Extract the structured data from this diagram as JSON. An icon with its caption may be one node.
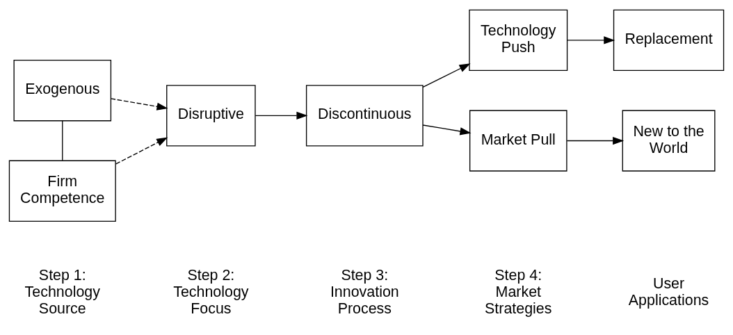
{
  "diagram": {
    "nodes": [
      {
        "text": [
          "Exogenous"
        ]
      },
      {
        "text": [
          "Firm Competence"
        ]
      },
      {
        "text": [
          "Disruptive"
        ]
      },
      {
        "text": [
          "Discontinuous"
        ]
      },
      {
        "text": [
          "Technology Push"
        ]
      },
      {
        "text": [
          "Market Pull"
        ]
      },
      {
        "text": [
          "Replacement"
        ]
      },
      {
        "text": [
          "New to the World"
        ]
      }
    ],
    "edges": [
      {
        "from": 0,
        "to": 2,
        "arrow": "to",
        "style": "dashed"
      },
      {
        "from": 1,
        "to": 2,
        "arrow": "to",
        "style": "dashed"
      },
      {
        "from": 0,
        "to": 1,
        "arrow": "none"
      },
      {
        "from": 2,
        "to": 3,
        "arrow": "to"
      },
      {
        "from": 3,
        "to": 4,
        "arrow": "to"
      },
      {
        "from": 3,
        "to": 5,
        "arrow": "to"
      },
      {
        "from": 4,
        "to": 6,
        "arrow": "to"
      },
      {
        "from": 5,
        "to": 7,
        "arrow": "to"
      }
    ],
    "labels": [
      "Step 1: Technology Source",
      "Step 2: Technology Focus",
      "Step 3: Innovation Process",
      "Step 4: Market Strategies",
      "User Applications"
    ]
  }
}
